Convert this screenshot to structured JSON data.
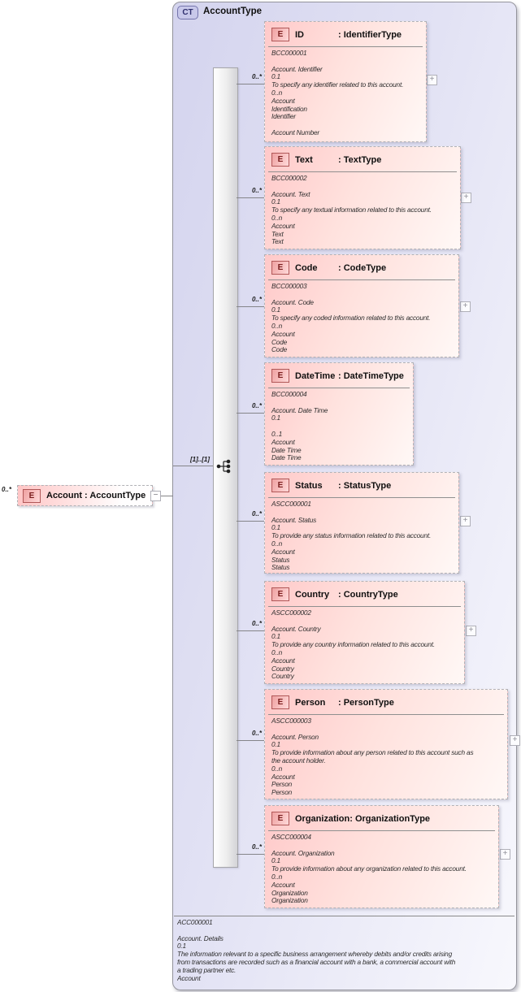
{
  "diagram": {
    "complex_type": {
      "badge": "CT",
      "title": "AccountType"
    },
    "root_element": {
      "badge": "E",
      "label": "Account : AccountType",
      "cardinality": "0..*",
      "collapse_glyph": "−"
    },
    "content_model": {
      "occurrence_label": "[1]..[1]"
    },
    "expand_glyph": "+",
    "elements": [
      {
        "badge": "E",
        "name": "ID",
        "type_label": ": IdentifierType",
        "cardinality": "0..*",
        "body": "BCC000001\n\nAccount. Identifier\n0.1\nTo specify any identifier related to this account.\n0..n\nAccount\nIdentification\nIdentifier\n\nAccount Number"
      },
      {
        "badge": "E",
        "name": "Text",
        "type_label": ": TextType",
        "cardinality": "0..*",
        "body": "BCC000002\n\nAccount. Text\n0.1\nTo specify any textual information related to this account.\n0..n\nAccount\nText\nText"
      },
      {
        "badge": "E",
        "name": "Code",
        "type_label": ": CodeType",
        "cardinality": "0..*",
        "body": "BCC000003\n\nAccount. Code\n0.1\nTo specify any coded information related to this account.\n0..n\nAccount\nCode\nCode"
      },
      {
        "badge": "E",
        "name": "DateTime",
        "type_label": ": DateTimeType",
        "cardinality": "0..*",
        "body": "BCC000004\n\nAccount. Date Time\n0.1\n\n0..1\nAccount\nDate Time\nDate Time"
      },
      {
        "badge": "E",
        "name": "Status",
        "type_label": ": StatusType",
        "cardinality": "0..*",
        "body": "ASCC000001\n\nAccount. Status\n0.1\nTo provide any status information related to this account.\n0..n\nAccount\nStatus\nStatus"
      },
      {
        "badge": "E",
        "name": "Country",
        "type_label": ": CountryType",
        "cardinality": "0..*",
        "body": "ASCC000002\n\nAccount. Country\n0.1\nTo provide any country information related to this account.\n0..n\nAccount\nCountry\nCountry"
      },
      {
        "badge": "E",
        "name": "Person",
        "type_label": ": PersonType",
        "cardinality": "0..*",
        "body": "ASCC000003\n\nAccount. Person\n0.1\nTo provide information about any person related to this account such as\nthe account holder.\n0..n\nAccount\nPerson\nPerson"
      },
      {
        "badge": "E",
        "name": "Organization",
        "type_label": ": OrganizationType",
        "cardinality": "0..*",
        "body": "ASCC000004\n\nAccount. Organization\n0.1\nTo provide information about any organization related to this account.\n0..n\nAccount\nOrganization\nOrganization"
      }
    ],
    "annotation": {
      "body": "ACC000001\n\nAccount. Details\n0.1\nThe information relevant to a specific business arrangement whereby debits and/or credits arising\nfrom transactions are recorded such as a financial account with a bank, a commercial account with\na trading partner etc.\nAccount"
    }
  },
  "colors": {
    "container_fill_start": "#d4d4ee",
    "container_fill_end": "#f8f8fd",
    "element_fill_start": "#ffc9c9",
    "element_fill_end": "#fff8f6",
    "badge_e_border": "#b05858",
    "badge_e_text": "#7a1e1e",
    "badge_ct_fill": "#c8c8ea",
    "badge_ct_border": "#7474ac",
    "badge_ct_text": "#2f2f6e",
    "line": "#858589"
  }
}
